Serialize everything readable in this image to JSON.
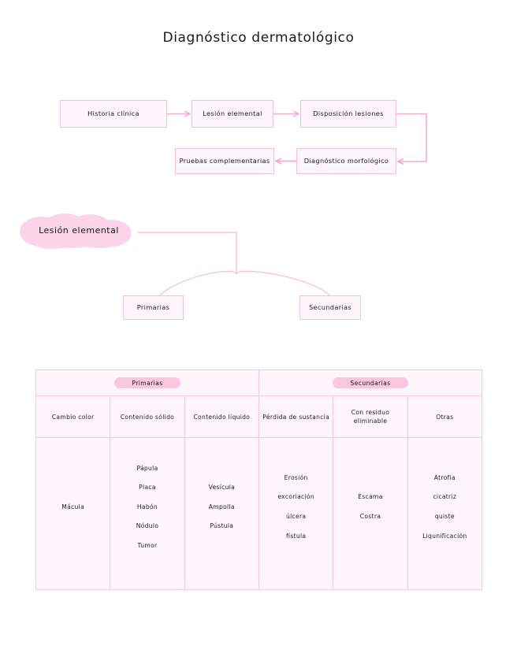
{
  "page": {
    "title": "Diagnóstico dermatológico",
    "background": "#ffffff",
    "accent_pink": "#F7BFD9",
    "pill_pink": "#FBC6E0",
    "cell_fill": "#FEF6FB"
  },
  "flowchart": {
    "nodes": [
      {
        "id": "historia",
        "label": "Historia clínica"
      },
      {
        "id": "lesion",
        "label": "Lesión elemental"
      },
      {
        "id": "disposicion",
        "label": "Disposición lesiones"
      },
      {
        "id": "diagnostico",
        "label": "Diagnóstico morfológico"
      },
      {
        "id": "pruebas",
        "label": "Pruebas complementarias"
      }
    ],
    "edges": [
      {
        "from": "historia",
        "to": "lesion"
      },
      {
        "from": "lesion",
        "to": "disposicion"
      },
      {
        "from": "disposicion",
        "to": "diagnostico"
      },
      {
        "from": "diagnostico",
        "to": "pruebas"
      }
    ]
  },
  "branch": {
    "root_label": "Lesión elemental",
    "children": [
      {
        "id": "primarias",
        "label": "Primarias"
      },
      {
        "id": "secundarias",
        "label": "Secundarias"
      }
    ]
  },
  "table": {
    "groups": [
      {
        "label": "Primarias",
        "span": 3
      },
      {
        "label": "Secundarias",
        "span": 3
      }
    ],
    "columns": [
      "Cambio color",
      "Contenido sólido",
      "Contenido líquido",
      "Pérdida de sustancia",
      "Con residuo eliminable",
      "Otras"
    ],
    "cells": [
      [
        "Mácula"
      ],
      [
        "Pápula",
        "Placa",
        "Habón",
        "Nódulo",
        "Tumor"
      ],
      [
        "Vesícula",
        "Ampolla",
        "Pústula"
      ],
      [
        "Erosión",
        "excoriación",
        "úlcera",
        "fístula"
      ],
      [
        "Escama",
        "Costra"
      ],
      [
        "Atrofia",
        "cicatriz",
        "quiste",
        "Liqunificación"
      ]
    ]
  }
}
